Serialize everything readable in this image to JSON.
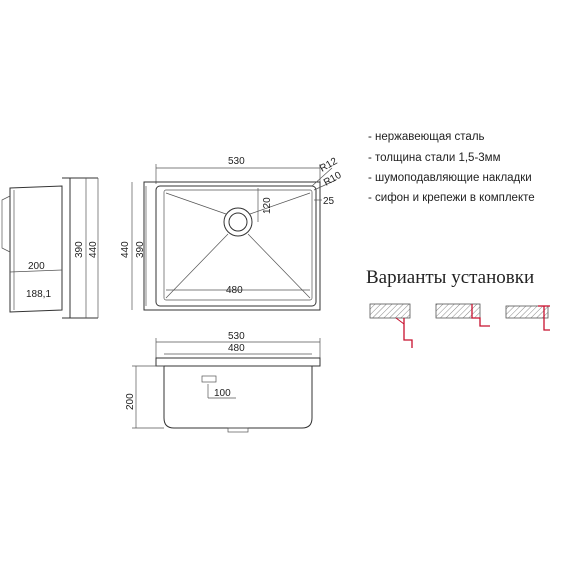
{
  "features": [
    "- нержавеющая сталь",
    "- толщина стали 1,5-3мм",
    "- шумоподавляющие накладки",
    "- сифон и крепежи в комплекте"
  ],
  "installation_title": "Варианты установки",
  "side_view": {
    "dim_200": "200",
    "dim_188": "188,1",
    "dim_390": "390",
    "dim_440": "440"
  },
  "top_view": {
    "dim_530": "530",
    "dim_480": "480",
    "dim_440": "440",
    "dim_390": "390",
    "dim_120": "120",
    "dim_25": "25",
    "r12": "R12",
    "r10": "R10"
  },
  "front_view": {
    "dim_530": "530",
    "dim_480": "480",
    "dim_200": "200",
    "dim_100": "100"
  },
  "colors": {
    "line": "#333333",
    "accent_red": "#c8102e",
    "hatch": "#888888"
  }
}
